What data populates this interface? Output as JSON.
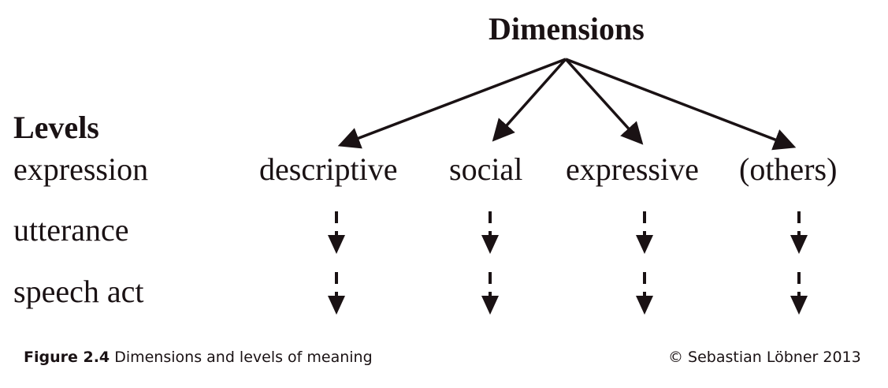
{
  "title": "Dimensions",
  "levels_heading": "Levels",
  "levels": [
    "expression",
    "utterance",
    "speech act"
  ],
  "dimensions": [
    "descriptive",
    "social",
    "expressive",
    "(others)"
  ],
  "caption": {
    "label": "Figure 2.4",
    "text": "Dimensions and levels of meaning"
  },
  "copyright": "© Sebastian Löbner 2013"
}
